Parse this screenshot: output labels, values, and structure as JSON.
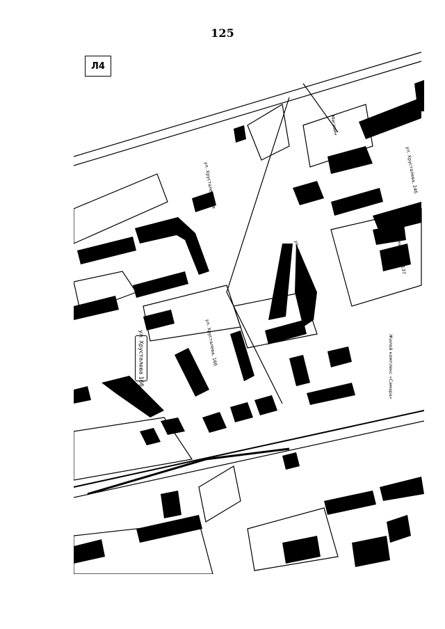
{
  "page": {
    "number": "125"
  },
  "map": {
    "sheet_label": "Л4",
    "callout_label": "ул. Хрусталева 16б",
    "street_labels": {
      "khrustaleva_16v": "ул. Хрусталева, 16в",
      "khrustaleva_16": "ул. Хрусталева, 16б",
      "khrustaleva_24": "ул. Хрусталева, 24",
      "khrustaleva_24v": "ул. Хрусталева, 24б",
      "detsad": "Детский сад №137",
      "magazin": "Магазин",
      "zhiloy": "Жилой комплекс «Самара»"
    }
  }
}
